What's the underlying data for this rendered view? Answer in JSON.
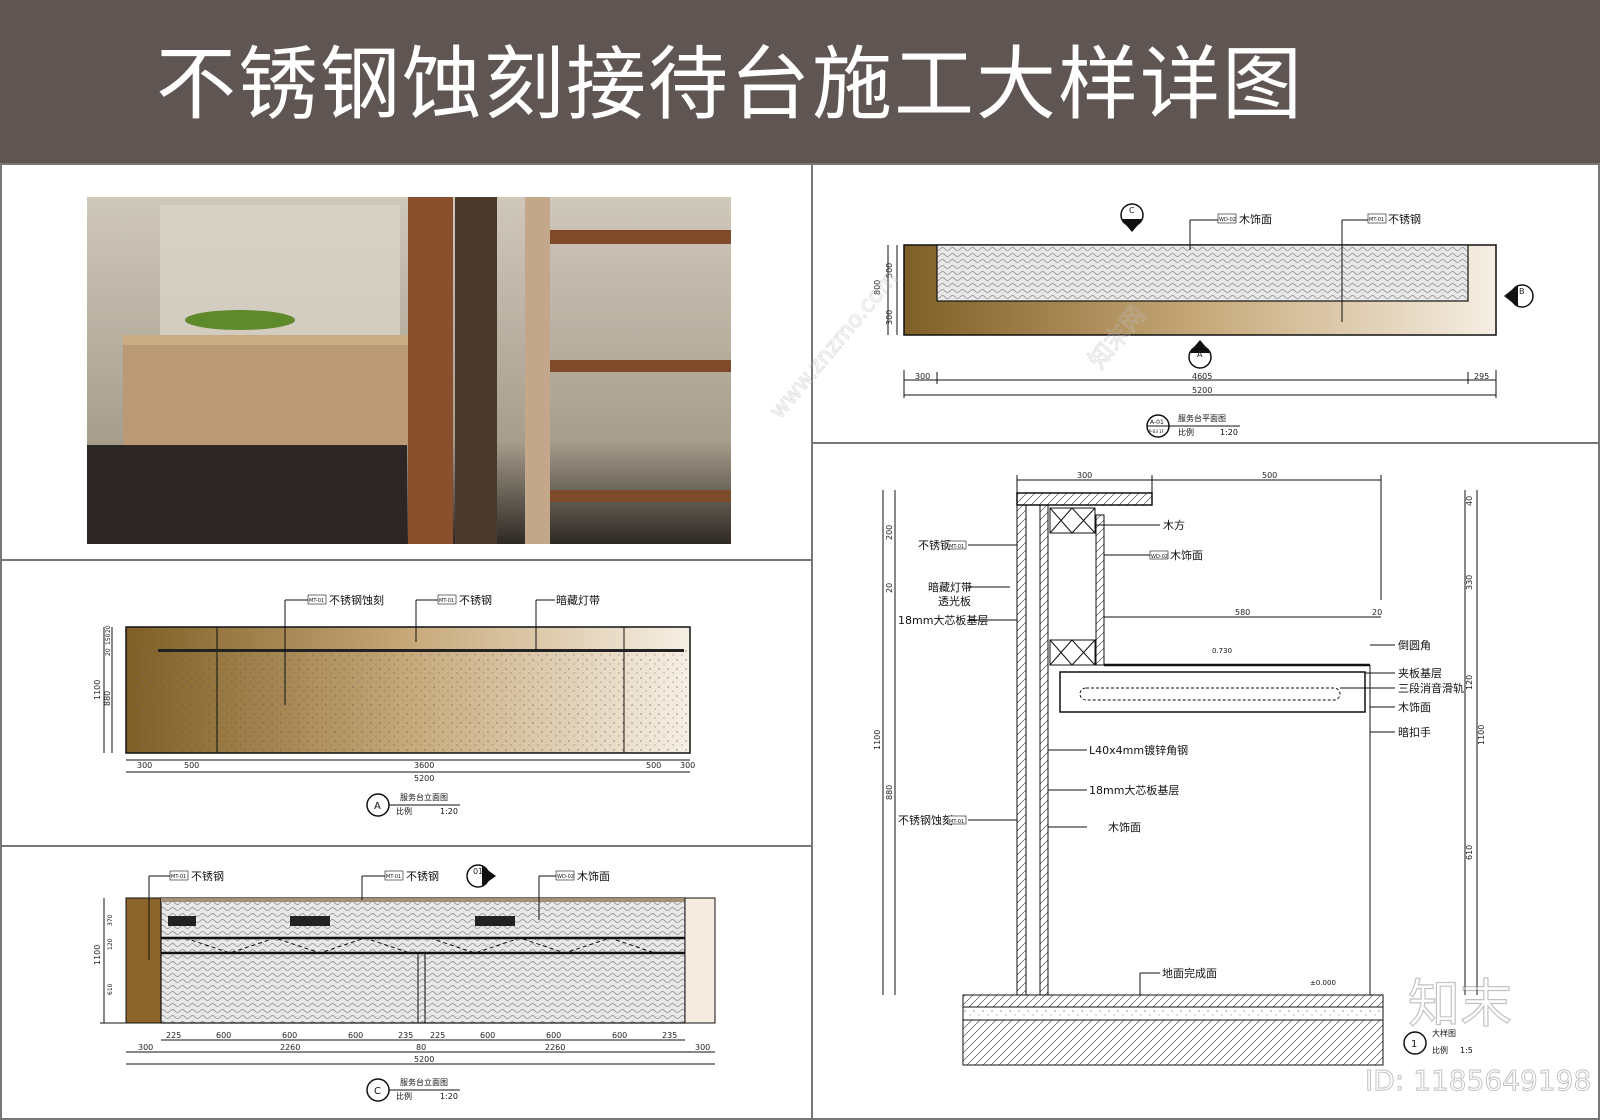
{
  "title": "不锈钢蚀刻接待台施工大样详图",
  "plan": {
    "label_wood": "木饰面",
    "tag_wood": "WD-02",
    "label_steel": "不锈钢",
    "tag_steel": "MT-01",
    "marker_a": "A",
    "marker_b": "B",
    "marker_c": "C",
    "dims_left": [
      "800",
      "500",
      "300"
    ],
    "dims_bottom": [
      "300",
      "4605",
      "295"
    ],
    "dim_total": "5200",
    "caption": "服务台平面图",
    "caption_id": "A-01",
    "caption_sub": "P-03 1F",
    "scale_label": "比例",
    "scale": "1:20"
  },
  "elev_a": {
    "label_etch": "不锈钢蚀刻",
    "tag_etch": "MT-01",
    "label_steel": "不锈钢",
    "tag_steel": "MT-01",
    "label_light": "暗藏灯带",
    "dims_left": [
      "1100",
      "880",
      "20",
      "150",
      "20"
    ],
    "dims_bottom": [
      "300",
      "500",
      "3600",
      "500",
      "300"
    ],
    "dim_total": "5200",
    "marker": "A",
    "caption": "服务台立面图",
    "scale_label": "比例",
    "scale": "1:20"
  },
  "elev_c": {
    "label_steel_1": "不锈钢",
    "tag_steel_1": "MT-01",
    "label_steel_2": "不锈钢",
    "tag_steel_2": "MT-01",
    "label_wood": "木饰面",
    "tag_wood": "WD-02",
    "marker": "01",
    "dims_left": [
      "1100",
      "370",
      "120",
      "610"
    ],
    "dims_bottom": [
      "225",
      "600",
      "600",
      "600",
      "235",
      "225",
      "600",
      "600",
      "600",
      "235"
    ],
    "dims_mid": [
      "300",
      "2260",
      "80",
      "2260",
      "300"
    ],
    "dim_total": "5200",
    "caption": "服务台立面图",
    "marker_c": "C",
    "scale_label": "比例",
    "scale": "1:20"
  },
  "section": {
    "dims_top": [
      "300",
      "500"
    ],
    "dims_left": [
      "1100",
      "200",
      "20",
      "880"
    ],
    "dims_right": [
      "40",
      "330",
      "120",
      "1100",
      "610"
    ],
    "dim_580": "580",
    "dim_20": "20",
    "level_top": "0.730",
    "level_floor": "±0.000",
    "labels_left": [
      "不锈钢",
      "暗藏灯带",
      "透光板",
      "18mm大芯板基层",
      "不锈钢蚀刻"
    ],
    "tags_left": [
      "MT-01",
      "MT-01"
    ],
    "labels_right": [
      "木方",
      "木饰面",
      "倒圆角",
      "夹板基层",
      "三段消音滑轨",
      "木饰面",
      "暗扣手",
      "L40x4mm镀锌角钢",
      "18mm大芯板基层",
      "木饰面",
      "地面完成面"
    ],
    "tag_wood": "WD-02",
    "caption": "大样图",
    "marker": "1",
    "scale_label": "比例",
    "scale": "1:5"
  },
  "watermark": {
    "brand": "知末",
    "id": "ID: 1185649198",
    "site": "www.znzmo.com",
    "site_cn": "知末网"
  }
}
